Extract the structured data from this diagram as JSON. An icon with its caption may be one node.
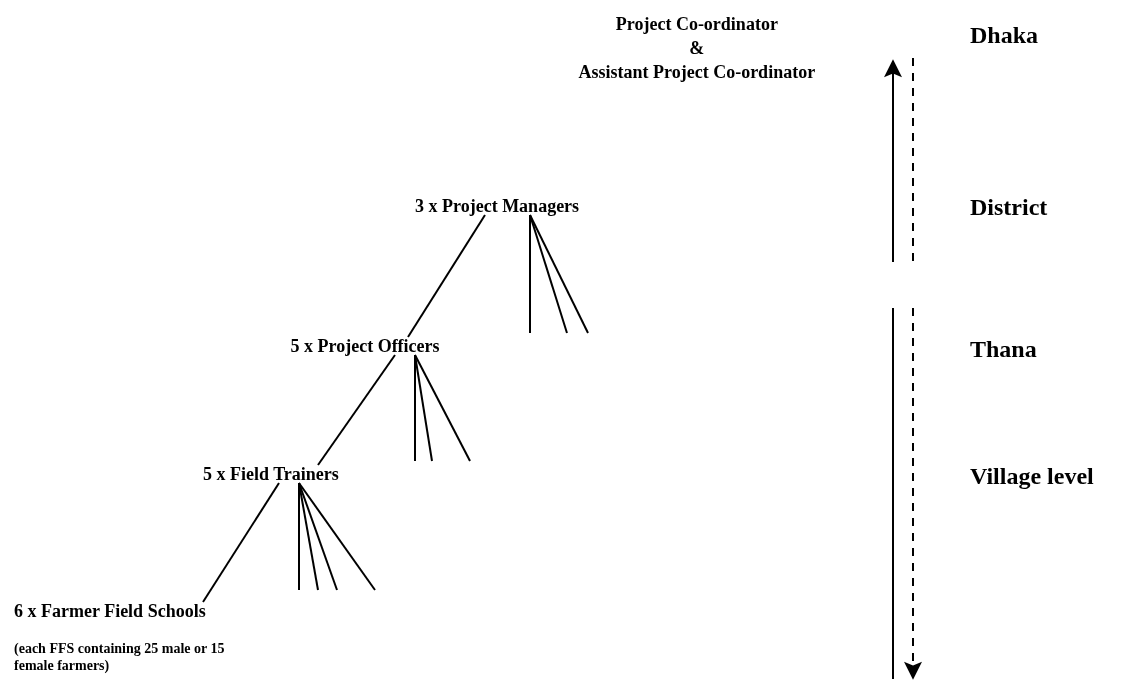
{
  "diagram": {
    "nodes": [
      {
        "text": [
          "Project Co-ordinator",
          "&",
          "Assistant Project Co-ordinator"
        ]
      },
      {
        "text": [
          "3 x Project Managers"
        ]
      },
      {
        "text": [
          "5 x Project Officers"
        ]
      },
      {
        "text": [
          "5 x Field Trainers"
        ]
      },
      {
        "text": [
          "6 x Farmer Field Schools"
        ],
        "beside": [
          "(each FFS containing 25 male or 15 female farmers)"
        ]
      }
    ],
    "edges": [
      {
        "from": 1,
        "to": 2,
        "arrow": "none"
      },
      {
        "from": 1,
        "to": null,
        "arrow": "none"
      },
      {
        "from": 1,
        "to": null,
        "arrow": "none"
      },
      {
        "from": 1,
        "to": null,
        "arrow": "none"
      },
      {
        "from": 2,
        "to": 3,
        "arrow": "none"
      },
      {
        "from": 2,
        "to": null,
        "arrow": "none"
      },
      {
        "from": 2,
        "to": null,
        "arrow": "none"
      },
      {
        "from": 2,
        "to": null,
        "arrow": "none"
      },
      {
        "from": 3,
        "to": 4,
        "arrow": "none"
      },
      {
        "from": 3,
        "to": null,
        "arrow": "none"
      },
      {
        "from": 3,
        "to": null,
        "arrow": "none"
      },
      {
        "from": 3,
        "to": null,
        "arrow": "none"
      },
      {
        "from": 3,
        "to": null,
        "arrow": "none"
      }
    ],
    "labels": [
      "Dhaka",
      "District",
      "Thana",
      "Village level"
    ]
  }
}
